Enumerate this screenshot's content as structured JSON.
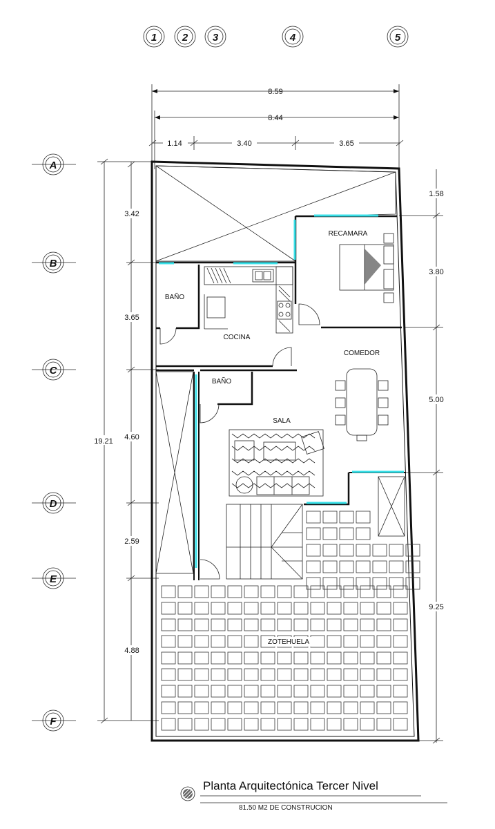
{
  "axes_top": [
    "1",
    "2",
    "3",
    "4",
    "5"
  ],
  "axes_side": [
    "A",
    "B",
    "C",
    "D",
    "E",
    "F"
  ],
  "dims_top": {
    "overall": "8.59",
    "inner": "8.44",
    "seg1": "1.14",
    "seg2": "3.40",
    "seg3": "3.65"
  },
  "dims_left": {
    "total": "19.21",
    "ab": "3.42",
    "bc": "3.65",
    "cd": "4.60",
    "de": "2.59",
    "ef": "4.88"
  },
  "dims_right": {
    "r1": "1.58",
    "r2": "3.80",
    "r3": "5.00",
    "r4": "9.25"
  },
  "rooms": {
    "recamara": "RECAMARA",
    "bano1": "BAÑO",
    "cocina": "COCINA",
    "comedor": "COMEDOR",
    "bano2": "BAÑO",
    "sala": "SALA",
    "zotehuela": "ZOTEHUELA"
  },
  "title": {
    "main": "Planta Arquitectónica Tercer Nivel",
    "sub": "81.50 M2 DE CONSTRUCION"
  },
  "colors": {
    "glass": "#39e0e8",
    "line": "#111111"
  }
}
